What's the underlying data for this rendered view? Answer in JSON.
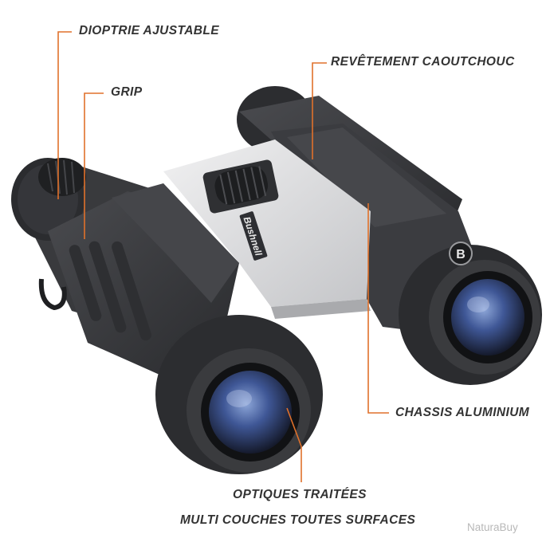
{
  "labels": {
    "diopter": "DIOPTRIE AJUSTABLE",
    "grip": "GRIP",
    "rubber_coating": "REVÊTEMENT CAOUTCHOUC",
    "aluminium_chassis": "CHASSIS ALUMINIUM",
    "optics_line1": "OPTIQUES TRAITÉES",
    "optics_line2": "MULTI COUCHES TOUTES SURFACES"
  },
  "product": {
    "brand_mark": "Bushnell",
    "logo_letter": "B"
  },
  "watermark": "NaturaBuy",
  "colors": {
    "callout_line": "#e0712b",
    "label_text": "#333333",
    "rubber_body": "#3a3b3e",
    "aluminium_bridge": "#d9dadc",
    "lens_blue": "#3a4f8a"
  }
}
